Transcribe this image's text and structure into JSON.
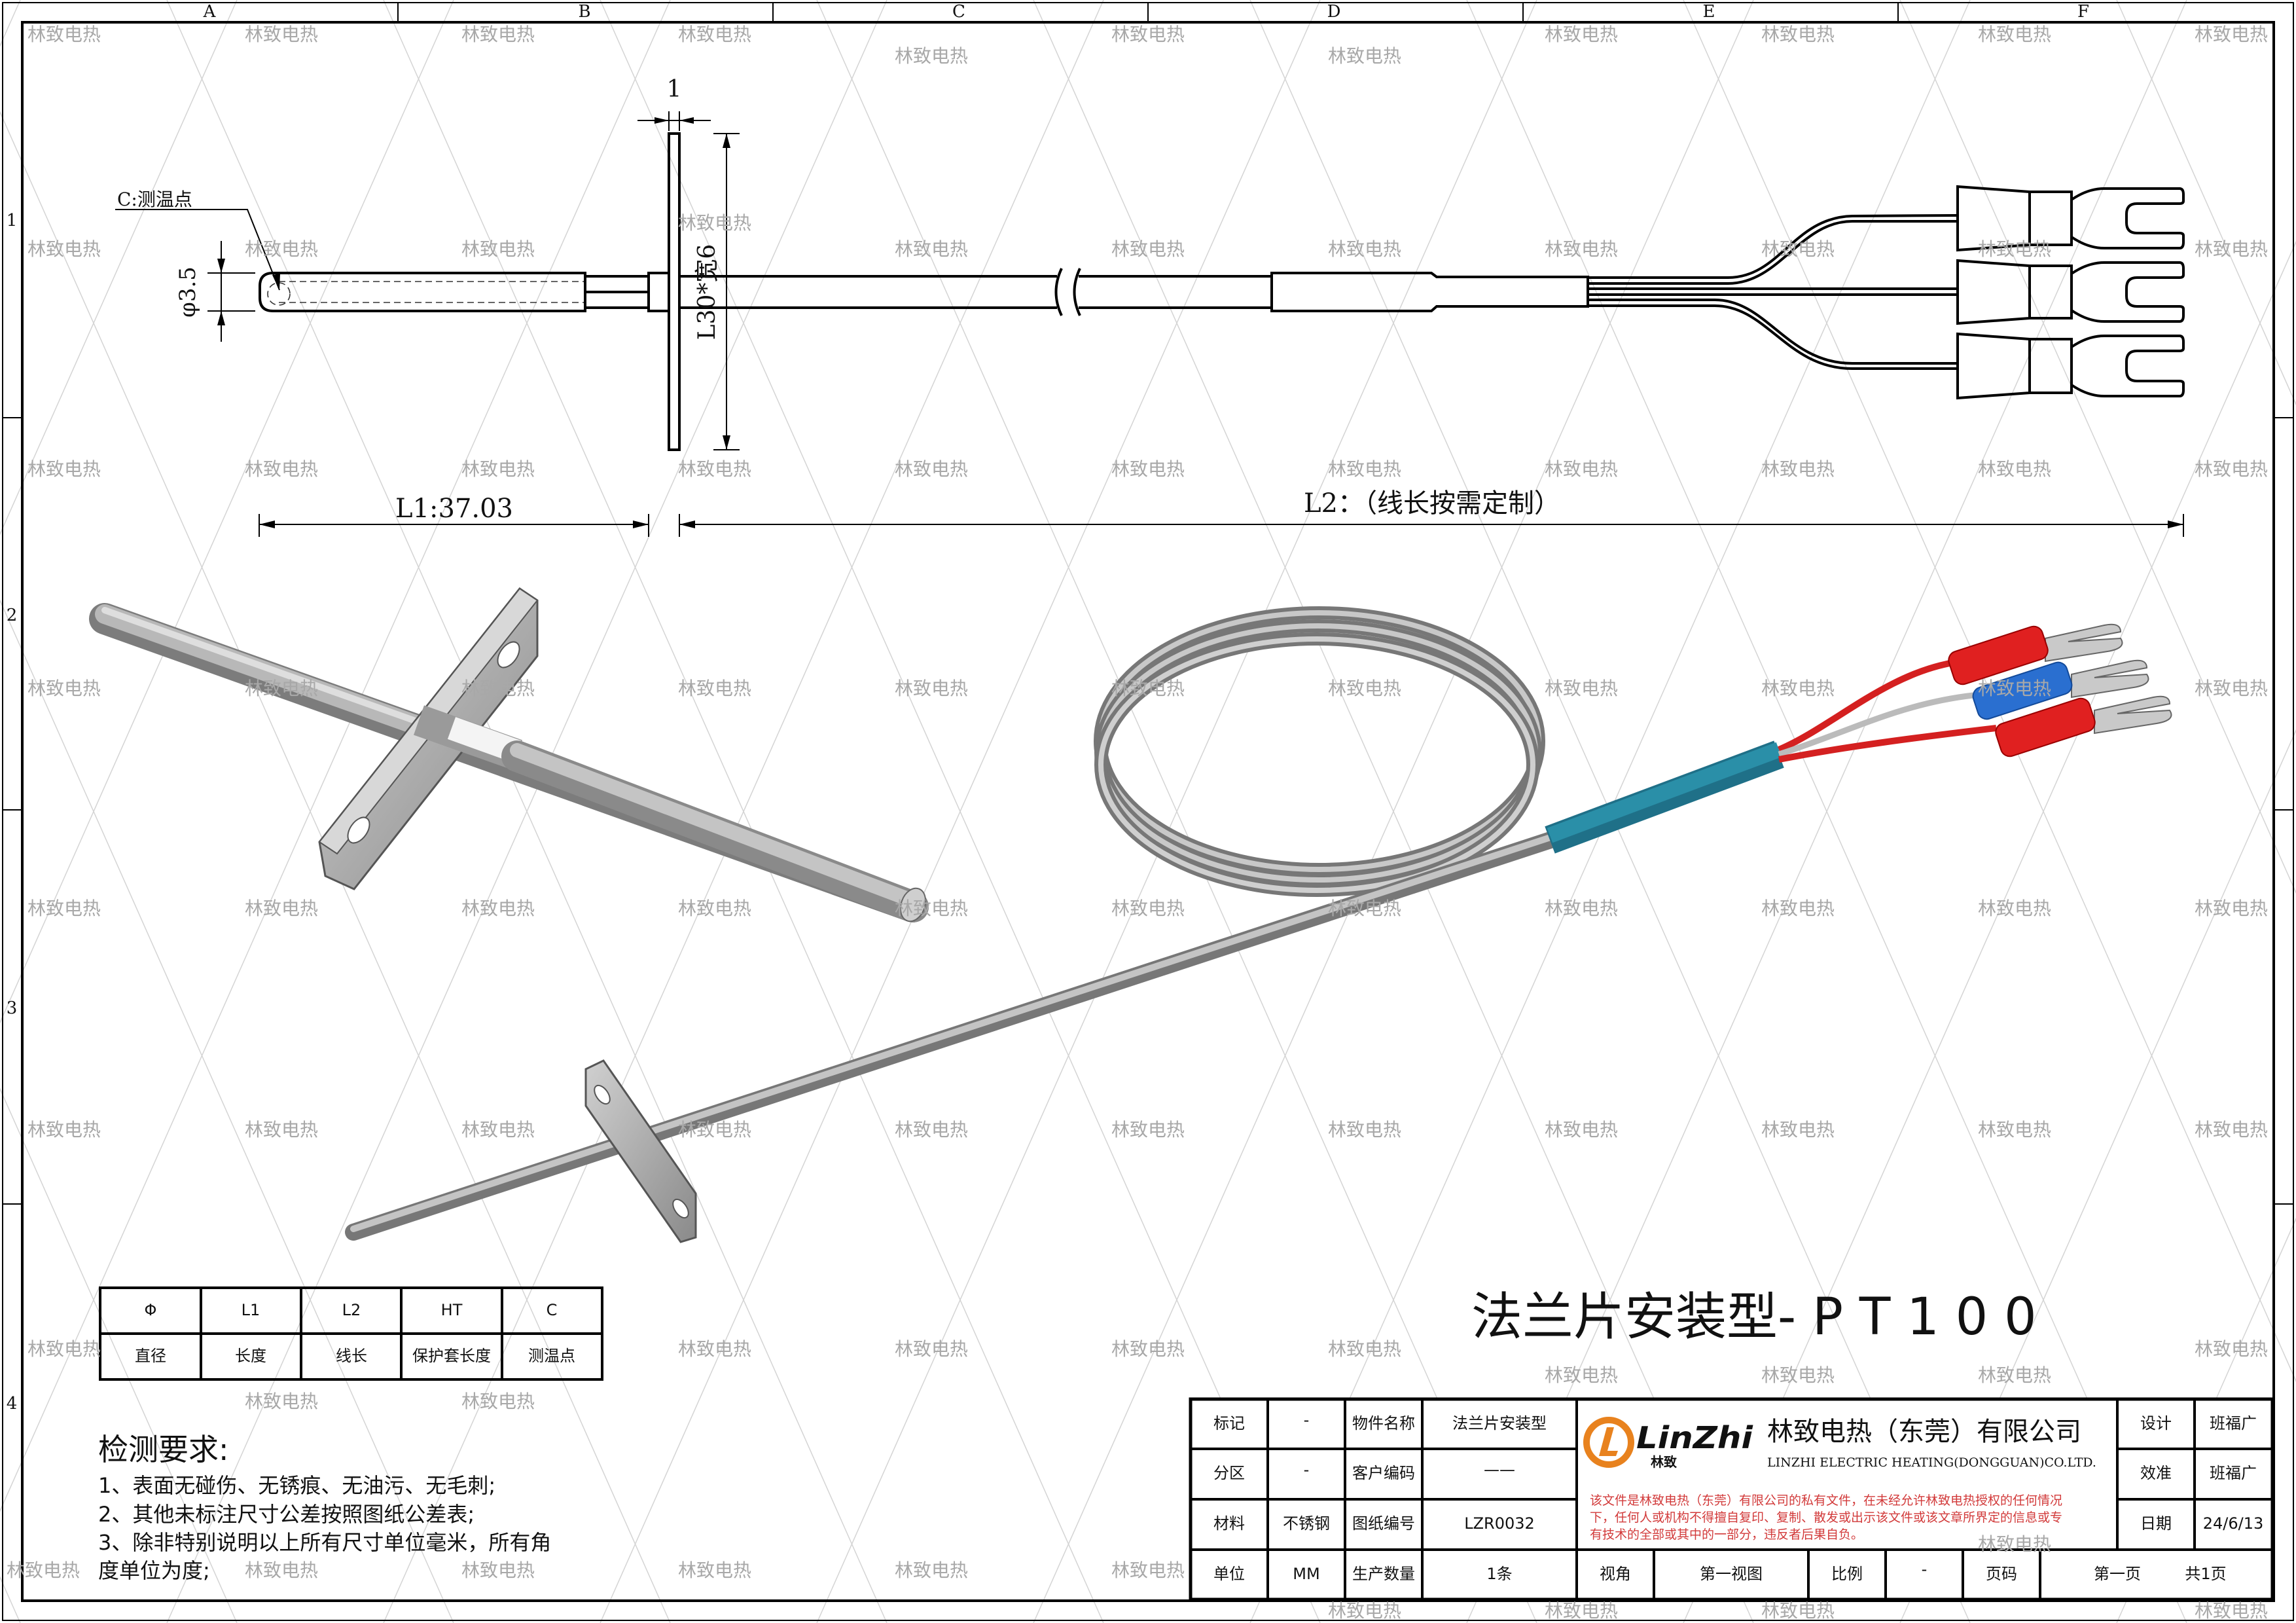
{
  "border": {
    "columns": [
      "A",
      "B",
      "C",
      "D",
      "E",
      "F"
    ],
    "rows": [
      "1",
      "2",
      "3",
      "4"
    ]
  },
  "watermark": "林致电热",
  "drawing": {
    "label_c": "C:测温点",
    "dim_diameter": "φ3.5",
    "dim_flange_thickness": "1",
    "dim_flange_size": "L30*宽6",
    "dim_l1": "L1:37.03",
    "dim_l2": "L2：（线长按需定制）"
  },
  "product_title": "法兰片安装型- P T 1 0 0",
  "spec_table": {
    "headers": [
      "Φ",
      "L1",
      "L2",
      "HT",
      "C"
    ],
    "values": [
      "直径",
      "长度",
      "线长",
      "保护套长度",
      "测温点"
    ]
  },
  "requirements": {
    "title": "检测要求:",
    "lines": [
      "1、表面无碰伤、无锈痕、无油污、无毛刺;",
      "2、其他未标注尺寸公差按照图纸公差表;",
      "3、除非特别说明以上所有尺寸单位毫米，所有角",
      "度单位为度;"
    ]
  },
  "title_block": {
    "mark_label": "标记",
    "mark_value": "-",
    "part_name_label": "物件名称",
    "part_name_value": "法兰片安装型",
    "zone_label": "分区",
    "zone_value": "-",
    "customer_code_label": "客户编码",
    "customer_code_value": "——",
    "material_label": "材料",
    "material_value": "不锈钢",
    "drawing_no_label": "图纸编号",
    "drawing_no_value": "LZR0032",
    "unit_label": "单位",
    "unit_value": "MM",
    "quantity_label": "生产数量",
    "quantity_value": "1条",
    "view_label": "视角",
    "view_value": "第一视图",
    "scale_label": "比例",
    "scale_value": "-",
    "page_label": "页码",
    "page_value": "第一页",
    "page_total": "共1页",
    "design_label": "设计",
    "design_value": "班福广",
    "check_label": "效准",
    "check_value": "班福广",
    "date_label": "日期",
    "date_value": "24/6/13",
    "logo_text": "LinZhi",
    "logo_sub": "林致",
    "company_name": "林致电热（东莞）有限公司",
    "company_name_en": "LINZHI ELECTRIC HEATING(DONGGUAN)CO.LTD.",
    "disclaimer": [
      "该文件是林致电热（东莞）有限公司的私有文件，在未经允许林致电热授权的任何情况",
      "下，任何人或机构不得擅自复印、复制、散发或出示该文件或该文章所界定的信息或专",
      "有技术的全部或其中的一部分，违反者后果自负。"
    ]
  },
  "colors": {
    "logo_orange": "#e8821e",
    "disclaimer_red": "#d23a3a",
    "sleeve_blue": "#2a8fa8",
    "terminal_red": "#e02020",
    "terminal_blue": "#2a6fd0"
  }
}
